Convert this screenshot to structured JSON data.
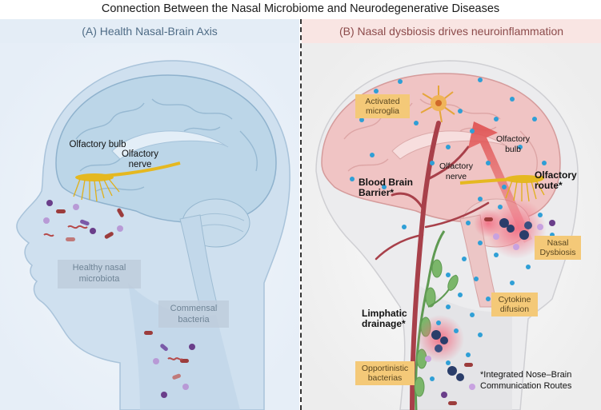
{
  "title": "Connection Between the Nasal Microbiome and Neurodegenerative Diseases",
  "panel_a": {
    "header": "(A) Health Nasal-Brain Axis",
    "labels": {
      "olfactory_bulb": "Olfactory bulb",
      "olfactory_nerve": "Olfactory nerve",
      "healthy_microbiota": "Healthy nasal microbiota",
      "commensal_bacteria": "Commensal bacteria"
    }
  },
  "panel_b": {
    "header": "(B) Nasal dysbiosis drives neuroinflammation",
    "labels": {
      "activated_microglia": "Activated microglia",
      "olfactory_bulb": "Olfactory bulb",
      "olfactory_nerve": "Olfactory nerve",
      "blood_brain_barrier": "Blood Brain Barrier*",
      "olfactory_route": "Olfactory route*",
      "nasal_dysbiosis": "Nasal Dysbiosis",
      "cytokine_difusion": "Cytokine difusion",
      "limphatic_drainage": "Limphatic drainage*",
      "opportunistic_bacterias": "Opportinistic bacterias"
    }
  },
  "footnote": "*Integrated Nose–Brain Communication Routes",
  "colors": {
    "head_a": "#c9dcec",
    "brain_a": "#bcd6e8",
    "head_b": "#e8e8ea",
    "brain_b": "#eebfbf",
    "olfactory": "#e5b820",
    "label_box": "#f4c978",
    "dots": "#2f9fd6",
    "inflammation": "#e84a5f",
    "vessel": "#a8404a",
    "lymph": "#5f9a52"
  }
}
